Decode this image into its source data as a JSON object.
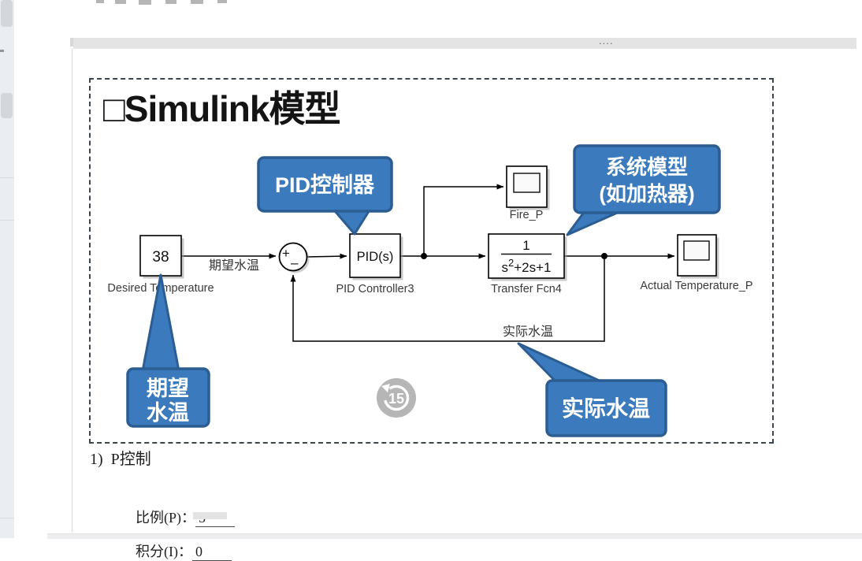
{
  "chrome": {
    "overflow_indicator": "...."
  },
  "slide": {
    "title": "□Simulink模型",
    "callouts": {
      "pid": "PID控制器",
      "system_line1": "系统模型",
      "system_line2": "(如加热器)",
      "desired_line1": "期望",
      "desired_line2": "水温",
      "actual": "实际水温"
    },
    "diagram": {
      "constant_value": "38",
      "constant_label": "Desired Temperature",
      "sum_plus": "+",
      "sum_minus": "–",
      "pid_text": "PID(s)",
      "pid_label": "PID Controller3",
      "scope1_label": "Fire_P",
      "tf_numerator": "1",
      "tf_den_base": "s",
      "tf_den_exp": "2",
      "tf_den_rest": "+2s+1",
      "tf_label": "Transfer Fcn4",
      "scope2_label": "Actual Temperature_P",
      "wire_label_desired": "期望水温",
      "wire_label_actual": "实际水温",
      "watermark_text": "15"
    }
  },
  "document": {
    "heading": "1)  P控制",
    "param_rows": [
      {
        "label": "比例(P)：",
        "value": "5"
      },
      {
        "label": "积分(I)：",
        "value": "0"
      }
    ]
  },
  "colors": {
    "callout_fill": "#3b7abc",
    "callout_border": "#2b5d92",
    "watermark_gray": "#b6b6b6"
  }
}
